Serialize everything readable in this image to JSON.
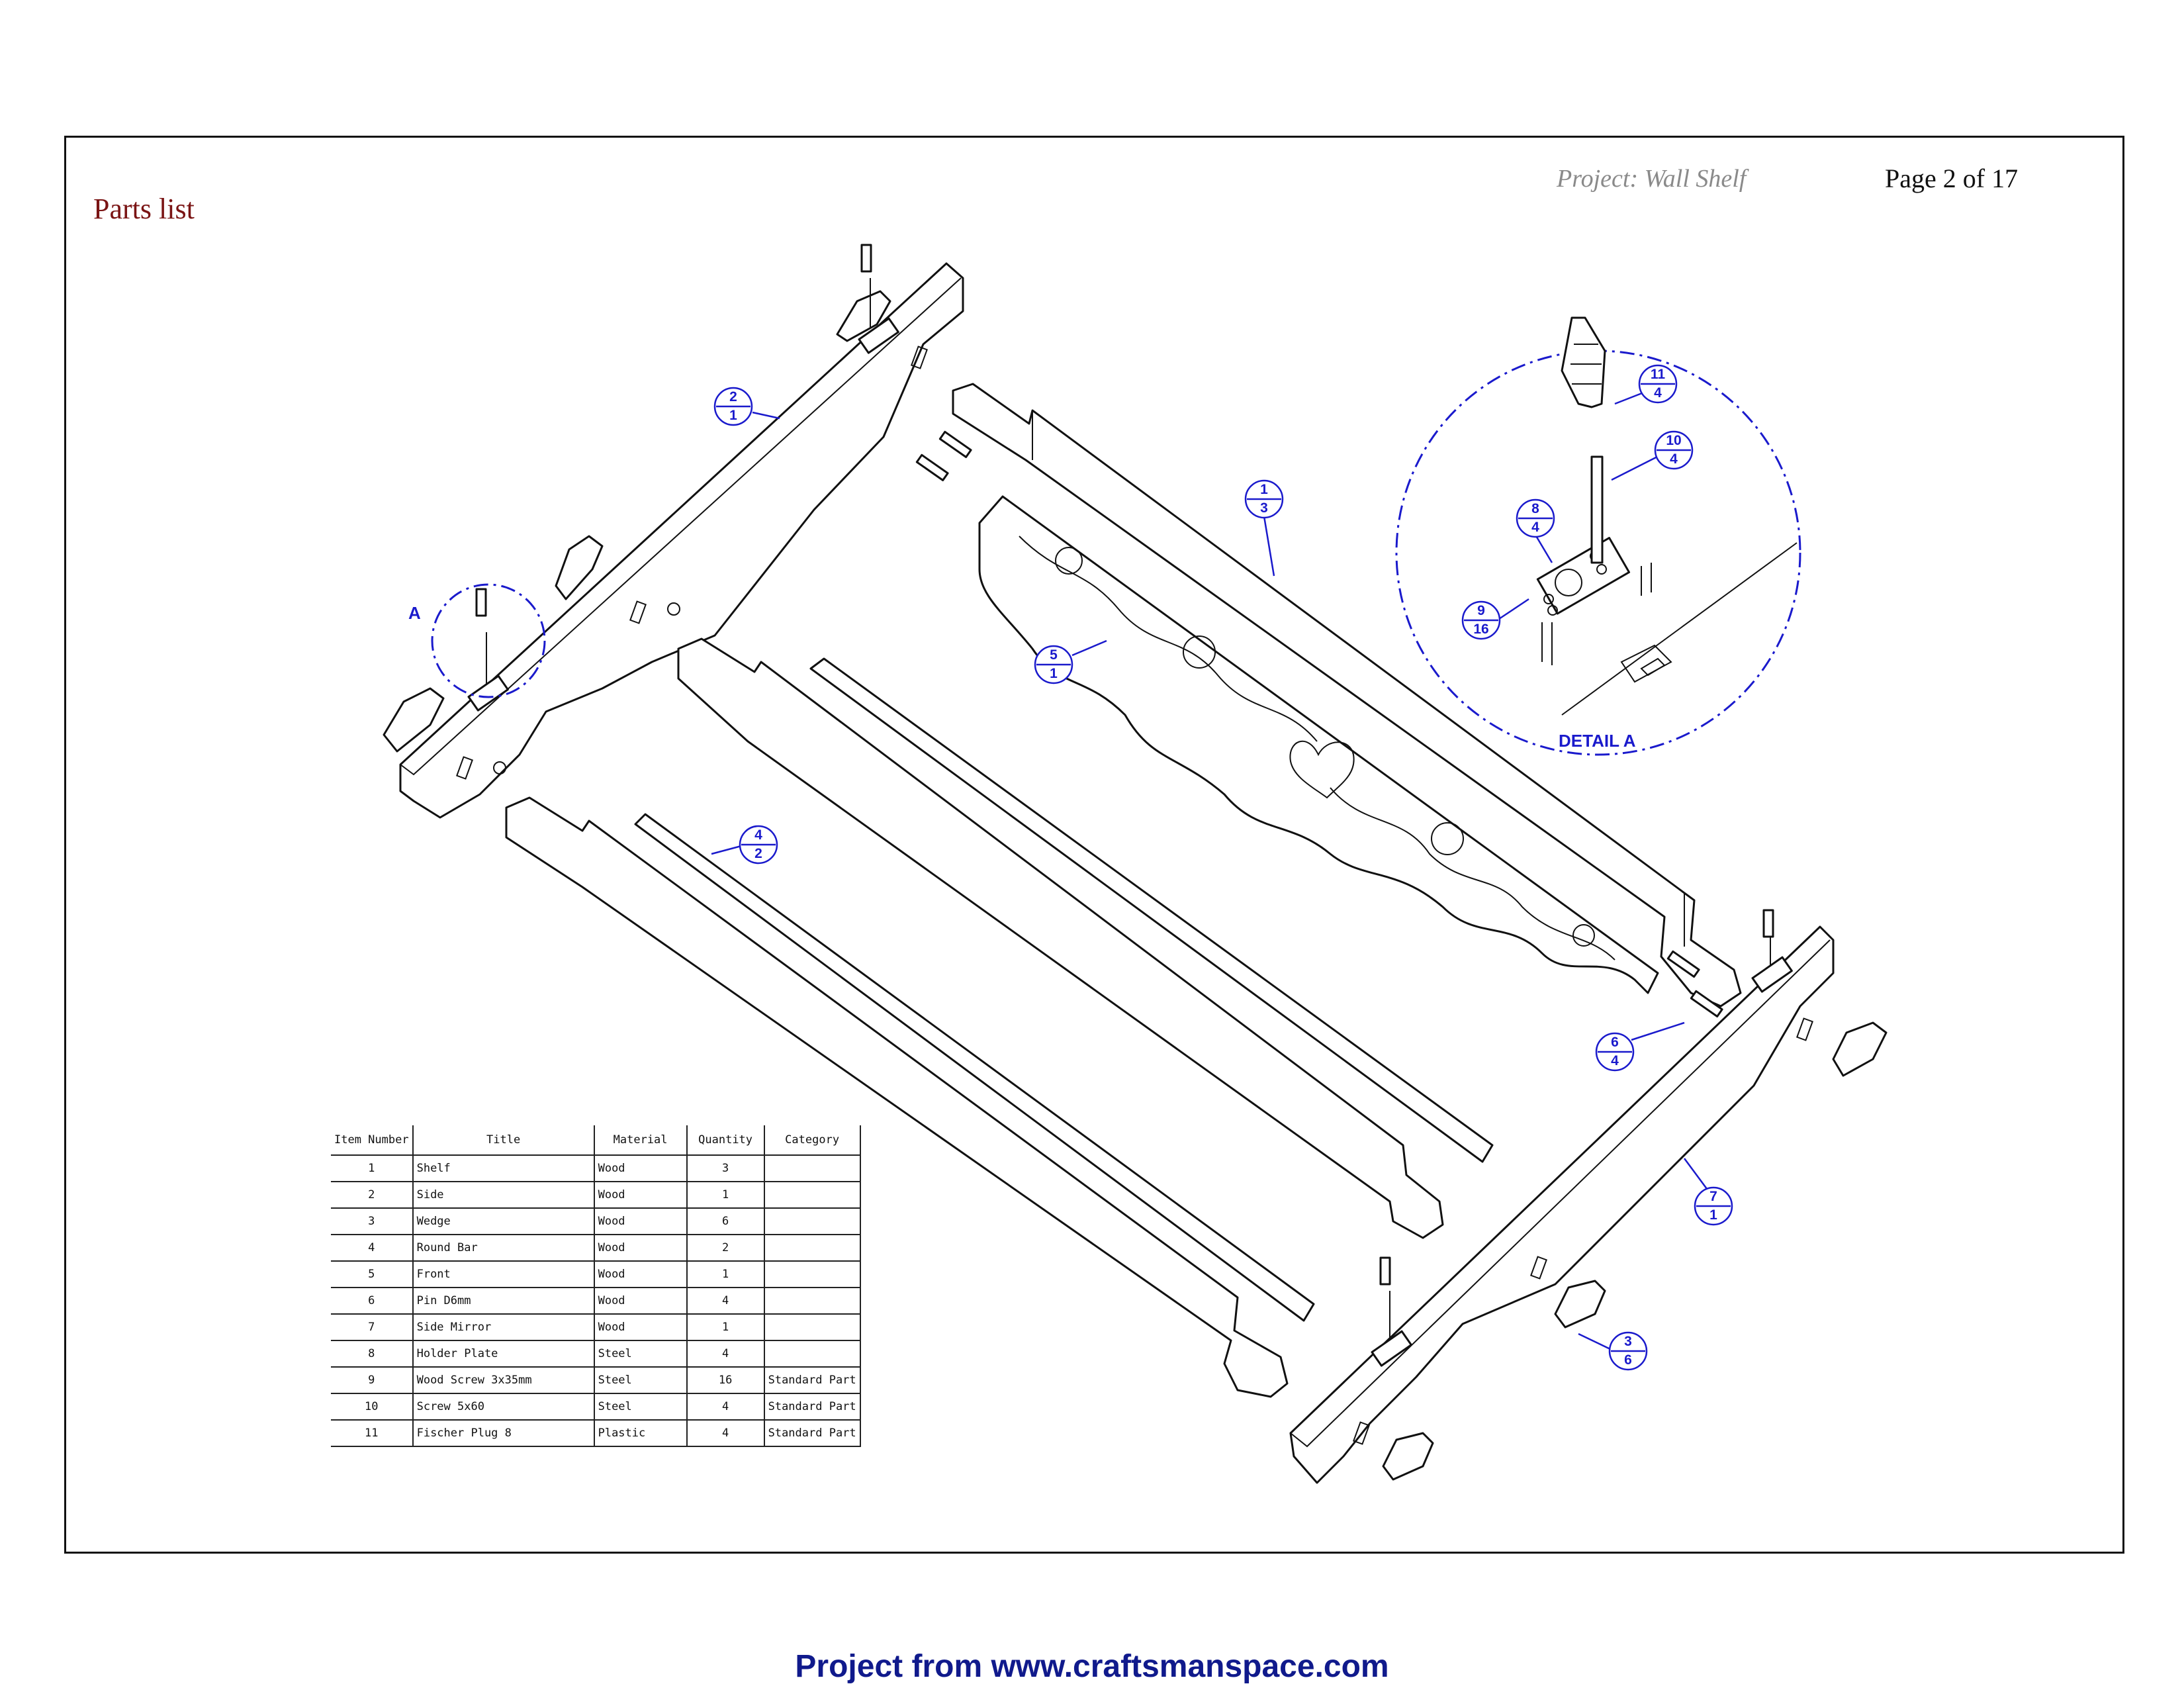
{
  "header": {
    "page_title": "Parts list",
    "project": "Project: Wall Shelf",
    "page_number": "Page 2 of 17"
  },
  "drawing": {
    "detail_label": "A",
    "detail_title": "DETAIL A",
    "balloons": [
      {
        "item": "1",
        "qty": "3"
      },
      {
        "item": "2",
        "qty": "1"
      },
      {
        "item": "3",
        "qty": "6"
      },
      {
        "item": "4",
        "qty": "2"
      },
      {
        "item": "5",
        "qty": "1"
      },
      {
        "item": "6",
        "qty": "4"
      },
      {
        "item": "7",
        "qty": "1"
      },
      {
        "item": "8",
        "qty": "4"
      },
      {
        "item": "9",
        "qty": "16"
      },
      {
        "item": "10",
        "qty": "4"
      },
      {
        "item": "11",
        "qty": "4"
      }
    ]
  },
  "parts_table": {
    "headers": [
      "Item Number",
      "Title",
      "Material",
      "Quantity",
      "Category"
    ],
    "rows": [
      [
        "1",
        "Shelf",
        "Wood",
        "3",
        ""
      ],
      [
        "2",
        "Side",
        "Wood",
        "1",
        ""
      ],
      [
        "3",
        "Wedge",
        "Wood",
        "6",
        ""
      ],
      [
        "4",
        "Round Bar",
        "Wood",
        "2",
        ""
      ],
      [
        "5",
        "Front",
        "Wood",
        "1",
        ""
      ],
      [
        "6",
        "Pin D6mm",
        "Wood",
        "4",
        ""
      ],
      [
        "7",
        "Side Mirror",
        "Wood",
        "1",
        ""
      ],
      [
        "8",
        "Holder Plate",
        "Steel",
        "4",
        ""
      ],
      [
        "9",
        "Wood Screw 3x35mm",
        "Steel",
        "16",
        "Standard Part"
      ],
      [
        "10",
        "Screw 5x60",
        "Steel",
        "4",
        "Standard Part"
      ],
      [
        "11",
        "Fischer Plug 8",
        "Plastic",
        "4",
        "Standard Part"
      ]
    ]
  },
  "footer": {
    "text": "Project from www.craftsmanspace.com"
  }
}
